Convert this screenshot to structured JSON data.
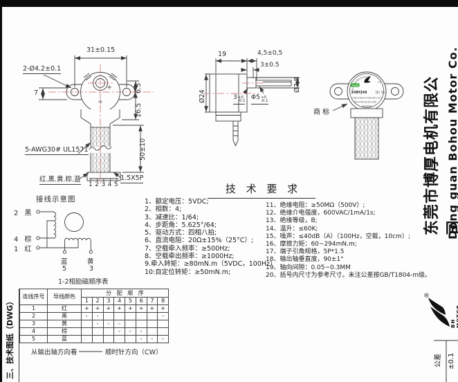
{
  "page": {
    "left_tab": "三、技术图纸（DWG）",
    "company_cn": "东莞市博厚电机有限公司",
    "company_en": "Dong guan Bohou Motor Co. ltd",
    "logo_reg": "®",
    "logo_brand": "BH MOTOR",
    "tol_label": "公差",
    "tol_value": "±0.1",
    "line_color": "#3a3a3a",
    "centerline_color": "#cc6a6a",
    "rohs_green": "#1a9b1a"
  },
  "front": {
    "dim_width": "31±0.15",
    "dim_holes": "2-Ø4.2±0.1",
    "dim_7": "7",
    "dim_65": "6.5",
    "dim_165": "16.5",
    "dim_50": "50±10",
    "wire_spec": "5-AWG30# UL1571",
    "wire_colors": "红.黑.黄.棕.蓝",
    "pin_numbers": "12345",
    "connector_spec": "1.5X5P"
  },
  "side": {
    "dim_19": "19",
    "dim_45": "4,5±0,5",
    "dim_3": "3±0.5",
    "dim_d24": "Ø24",
    "dim_d78": "Ø7.8",
    "dim_len3": {
      "base": "3",
      "sup": "+0",
      "sub": "-0.1"
    },
    "dim_d5": {
      "base": "Φ5",
      "sup": "+0",
      "sub": "-0.1"
    }
  },
  "back": {
    "trademark": "商 标",
    "stamp": {
      "arc": "东莞市博厚电机有限公司",
      "ce": "CE",
      "rohs": "RoHS",
      "model": "24BYJ48",
      "volt": "DC 5V",
      "url": "http://www.motor-bh.com",
      "tel": "Tel:0769-82301390"
    }
  },
  "wiring": {
    "title": "接线示意图",
    "t2": "2 黑",
    "t4": "4 棕",
    "t1": "1 红",
    "b5_color": "蓝",
    "b5_num": "5",
    "b3_color": "黄",
    "b3_num": "3",
    "caption": "1-2相励磁顺序表"
  },
  "tech": {
    "title": "技 术 要 求",
    "left": [
      "1、额定电压：5VDC;",
      "2、相数：4;",
      "3、减速比：1/64;",
      "4、步距角：5.625°/64;",
      "5、驱动方式：四相八拍;",
      "6、直流电阻：20Ω±15%（25°C）;",
      "7、空载牵入频率：≥500Hz;",
      "8、空载牵出频率：≥1000Hz;",
      "9.牵入转矩：≥80mN.m（5VDC，100Hz）",
      "10:自定位转矩：≥50mN.m;"
    ],
    "right": [
      "11、绝缘电阻：≥50MΩ（500V）;",
      "12、绝缘介电强度，600VAC/1mA/1s;",
      "13、绝缘等级，B;",
      "14、温升：≤60K;",
      "15、噪声：≤40dB（A）（100Hz，空载，10cm）;",
      "16、摩擦力矩：60~294mN.m;",
      "17、端子引角规格，5P*1.5",
      "18、输出轴垂直度，90±1°",
      "19、轴向间隙：0.05~0.3MM",
      "20、括号内尺寸为参考尺寸。未注公差按GB/T1804-m级。"
    ]
  },
  "table": {
    "col_wire": "连线序号",
    "col_color": "导线颜色",
    "col_seq": "分 配 顺 序",
    "seq_nums": [
      "1",
      "2",
      "3",
      "4",
      "5",
      "6",
      "7",
      "8"
    ],
    "rows": [
      {
        "num": "1",
        "color": "红",
        "seq": [
          "+",
          "+",
          "+",
          "+",
          "+",
          "+",
          "+",
          "+"
        ]
      },
      {
        "num": "2",
        "color": "黑",
        "seq": [
          "-",
          "-",
          "",
          "",
          "",
          "",
          "",
          "-"
        ]
      },
      {
        "num": "3",
        "color": "黄",
        "seq": [
          "",
          "-",
          "-",
          "-",
          "",
          "",
          "",
          ""
        ]
      },
      {
        "num": "4",
        "color": "棕",
        "seq": [
          "",
          "",
          "",
          "-",
          "-",
          "-",
          "",
          ""
        ]
      },
      {
        "num": "5",
        "color": "蓝",
        "seq": [
          "",
          "",
          "",
          "",
          "",
          "-",
          "-",
          "-"
        ]
      }
    ],
    "footer_left": "从输出轴方向看",
    "footer_right": "顺时针方向（CW）"
  }
}
